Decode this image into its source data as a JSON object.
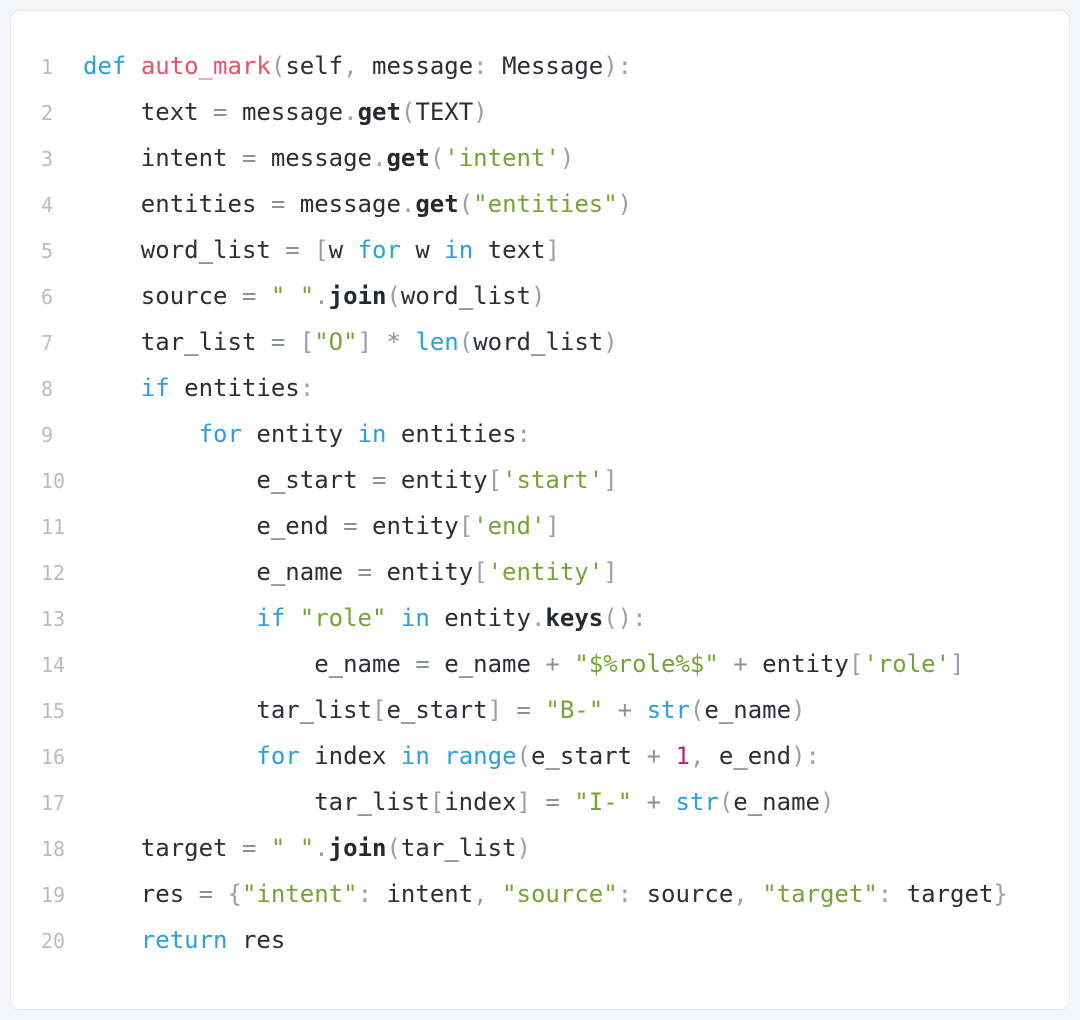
{
  "colors": {
    "bg": "#f5f6f7",
    "card": "#ffffff",
    "border": "#e5e7ea",
    "ln": "#b9bdc3",
    "kw": "#2b9fe0",
    "fn": "#ea5268",
    "st": "#74a435",
    "nu": "#bf2a66",
    "me": "#24292f",
    "va": "#2b2f35",
    "pu": "#9aa0a8",
    "op": "#8a919b"
  },
  "code": {
    "language": "python",
    "function_name": "auto_mark",
    "lines": [
      {
        "n": "1",
        "t": [
          [
            "kw",
            "def"
          ],
          [
            "ws",
            " "
          ],
          [
            "fn",
            "auto_mark"
          ],
          [
            "pu",
            "("
          ],
          [
            "va",
            "self"
          ],
          [
            "pu",
            ","
          ],
          [
            "ws",
            " "
          ],
          [
            "va",
            "message"
          ],
          [
            "pu",
            ":"
          ],
          [
            "ws",
            " "
          ],
          [
            "va",
            "Message"
          ],
          [
            "pu",
            "):"
          ]
        ]
      },
      {
        "n": "2",
        "t": [
          [
            "ws",
            "    "
          ],
          [
            "va",
            "text"
          ],
          [
            "op",
            " = "
          ],
          [
            "va",
            "message"
          ],
          [
            "pu",
            "."
          ],
          [
            "me",
            "get"
          ],
          [
            "pu",
            "("
          ],
          [
            "va",
            "TEXT"
          ],
          [
            "pu",
            ")"
          ]
        ]
      },
      {
        "n": "3",
        "t": [
          [
            "ws",
            "    "
          ],
          [
            "va",
            "intent"
          ],
          [
            "op",
            " = "
          ],
          [
            "va",
            "message"
          ],
          [
            "pu",
            "."
          ],
          [
            "me",
            "get"
          ],
          [
            "pu",
            "("
          ],
          [
            "st",
            "'intent'"
          ],
          [
            "pu",
            ")"
          ]
        ]
      },
      {
        "n": "4",
        "t": [
          [
            "ws",
            "    "
          ],
          [
            "va",
            "entities"
          ],
          [
            "op",
            " = "
          ],
          [
            "va",
            "message"
          ],
          [
            "pu",
            "."
          ],
          [
            "me",
            "get"
          ],
          [
            "pu",
            "("
          ],
          [
            "st",
            "\"entities\""
          ],
          [
            "pu",
            ")"
          ]
        ]
      },
      {
        "n": "5",
        "t": [
          [
            "ws",
            "    "
          ],
          [
            "va",
            "word_list"
          ],
          [
            "op",
            " = "
          ],
          [
            "pu",
            "["
          ],
          [
            "va",
            "w"
          ],
          [
            "ws",
            " "
          ],
          [
            "kw",
            "for"
          ],
          [
            "ws",
            " "
          ],
          [
            "va",
            "w"
          ],
          [
            "ws",
            " "
          ],
          [
            "kw",
            "in"
          ],
          [
            "ws",
            " "
          ],
          [
            "va",
            "text"
          ],
          [
            "pu",
            "]"
          ]
        ]
      },
      {
        "n": "6",
        "t": [
          [
            "ws",
            "    "
          ],
          [
            "va",
            "source"
          ],
          [
            "op",
            " = "
          ],
          [
            "st",
            "\" \""
          ],
          [
            "pu",
            "."
          ],
          [
            "me",
            "join"
          ],
          [
            "pu",
            "("
          ],
          [
            "va",
            "word_list"
          ],
          [
            "pu",
            ")"
          ]
        ]
      },
      {
        "n": "7",
        "t": [
          [
            "ws",
            "    "
          ],
          [
            "va",
            "tar_list"
          ],
          [
            "op",
            " = "
          ],
          [
            "pu",
            "["
          ],
          [
            "st",
            "\"O\""
          ],
          [
            "pu",
            "]"
          ],
          [
            "op",
            " * "
          ],
          [
            "kw",
            "len"
          ],
          [
            "pu",
            "("
          ],
          [
            "va",
            "word_list"
          ],
          [
            "pu",
            ")"
          ]
        ]
      },
      {
        "n": "8",
        "t": [
          [
            "ws",
            "    "
          ],
          [
            "kw",
            "if"
          ],
          [
            "ws",
            " "
          ],
          [
            "va",
            "entities"
          ],
          [
            "pu",
            ":"
          ]
        ]
      },
      {
        "n": "9",
        "t": [
          [
            "ws",
            "        "
          ],
          [
            "kw",
            "for"
          ],
          [
            "ws",
            " "
          ],
          [
            "va",
            "entity"
          ],
          [
            "ws",
            " "
          ],
          [
            "kw",
            "in"
          ],
          [
            "ws",
            " "
          ],
          [
            "va",
            "entities"
          ],
          [
            "pu",
            ":"
          ]
        ]
      },
      {
        "n": "10",
        "t": [
          [
            "ws",
            "            "
          ],
          [
            "va",
            "e_start"
          ],
          [
            "op",
            " = "
          ],
          [
            "va",
            "entity"
          ],
          [
            "pu",
            "["
          ],
          [
            "st",
            "'start'"
          ],
          [
            "pu",
            "]"
          ]
        ]
      },
      {
        "n": "11",
        "t": [
          [
            "ws",
            "            "
          ],
          [
            "va",
            "e_end"
          ],
          [
            "op",
            " = "
          ],
          [
            "va",
            "entity"
          ],
          [
            "pu",
            "["
          ],
          [
            "st",
            "'end'"
          ],
          [
            "pu",
            "]"
          ]
        ]
      },
      {
        "n": "12",
        "t": [
          [
            "ws",
            "            "
          ],
          [
            "va",
            "e_name"
          ],
          [
            "op",
            " = "
          ],
          [
            "va",
            "entity"
          ],
          [
            "pu",
            "["
          ],
          [
            "st",
            "'entity'"
          ],
          [
            "pu",
            "]"
          ]
        ]
      },
      {
        "n": "13",
        "t": [
          [
            "ws",
            "            "
          ],
          [
            "kw",
            "if"
          ],
          [
            "ws",
            " "
          ],
          [
            "st",
            "\"role\""
          ],
          [
            "ws",
            " "
          ],
          [
            "kw",
            "in"
          ],
          [
            "ws",
            " "
          ],
          [
            "va",
            "entity"
          ],
          [
            "pu",
            "."
          ],
          [
            "me",
            "keys"
          ],
          [
            "pu",
            "():"
          ]
        ]
      },
      {
        "n": "14",
        "t": [
          [
            "ws",
            "                "
          ],
          [
            "va",
            "e_name"
          ],
          [
            "op",
            " = "
          ],
          [
            "va",
            "e_name"
          ],
          [
            "op",
            " + "
          ],
          [
            "st",
            "\"$%role%$\""
          ],
          [
            "op",
            " + "
          ],
          [
            "va",
            "entity"
          ],
          [
            "pu",
            "["
          ],
          [
            "st",
            "'role'"
          ],
          [
            "pu",
            "]"
          ]
        ]
      },
      {
        "n": "15",
        "t": [
          [
            "ws",
            "            "
          ],
          [
            "va",
            "tar_list"
          ],
          [
            "pu",
            "["
          ],
          [
            "va",
            "e_start"
          ],
          [
            "pu",
            "]"
          ],
          [
            "op",
            " = "
          ],
          [
            "st",
            "\"B-\""
          ],
          [
            "op",
            " + "
          ],
          [
            "kw",
            "str"
          ],
          [
            "pu",
            "("
          ],
          [
            "va",
            "e_name"
          ],
          [
            "pu",
            ")"
          ]
        ]
      },
      {
        "n": "16",
        "t": [
          [
            "ws",
            "            "
          ],
          [
            "kw",
            "for"
          ],
          [
            "ws",
            " "
          ],
          [
            "va",
            "index"
          ],
          [
            "ws",
            " "
          ],
          [
            "kw",
            "in"
          ],
          [
            "ws",
            " "
          ],
          [
            "kw",
            "range"
          ],
          [
            "pu",
            "("
          ],
          [
            "va",
            "e_start"
          ],
          [
            "op",
            " + "
          ],
          [
            "nu",
            "1"
          ],
          [
            "pu",
            ","
          ],
          [
            "ws",
            " "
          ],
          [
            "va",
            "e_end"
          ],
          [
            "pu",
            "):"
          ]
        ]
      },
      {
        "n": "17",
        "t": [
          [
            "ws",
            "                "
          ],
          [
            "va",
            "tar_list"
          ],
          [
            "pu",
            "["
          ],
          [
            "va",
            "index"
          ],
          [
            "pu",
            "]"
          ],
          [
            "op",
            " = "
          ],
          [
            "st",
            "\"I-\""
          ],
          [
            "op",
            " + "
          ],
          [
            "kw",
            "str"
          ],
          [
            "pu",
            "("
          ],
          [
            "va",
            "e_name"
          ],
          [
            "pu",
            ")"
          ]
        ]
      },
      {
        "n": "18",
        "t": [
          [
            "ws",
            "    "
          ],
          [
            "va",
            "target"
          ],
          [
            "op",
            " = "
          ],
          [
            "st",
            "\" \""
          ],
          [
            "pu",
            "."
          ],
          [
            "me",
            "join"
          ],
          [
            "pu",
            "("
          ],
          [
            "va",
            "tar_list"
          ],
          [
            "pu",
            ")"
          ]
        ]
      },
      {
        "n": "19",
        "t": [
          [
            "ws",
            "    "
          ],
          [
            "va",
            "res"
          ],
          [
            "op",
            " = "
          ],
          [
            "pu",
            "{"
          ],
          [
            "st",
            "\"intent\""
          ],
          [
            "pu",
            ":"
          ],
          [
            "ws",
            " "
          ],
          [
            "va",
            "intent"
          ],
          [
            "pu",
            ","
          ],
          [
            "ws",
            " "
          ],
          [
            "st",
            "\"source\""
          ],
          [
            "pu",
            ":"
          ],
          [
            "ws",
            " "
          ],
          [
            "va",
            "source"
          ],
          [
            "pu",
            ","
          ],
          [
            "ws",
            " "
          ],
          [
            "st",
            "\"target\""
          ],
          [
            "pu",
            ":"
          ],
          [
            "ws",
            " "
          ],
          [
            "va",
            "target"
          ],
          [
            "pu",
            "}"
          ]
        ]
      },
      {
        "n": "20",
        "t": [
          [
            "ws",
            "    "
          ],
          [
            "kw",
            "return"
          ],
          [
            "ws",
            " "
          ],
          [
            "va",
            "res"
          ]
        ]
      }
    ]
  }
}
